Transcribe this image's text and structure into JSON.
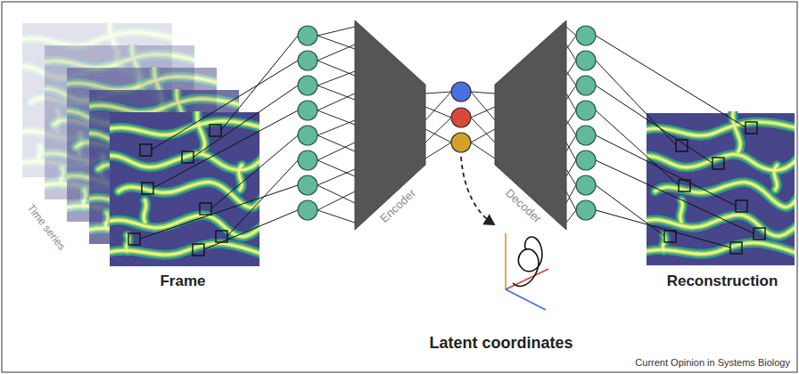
{
  "diagram": {
    "nodes": [
      {
        "text": [
          "Encoder"
        ]
      },
      {
        "text": [
          "Decoder"
        ]
      }
    ],
    "labels": [
      "Time series",
      "Frame",
      "Latent coordinates",
      "Reconstruction",
      "Current Opinion in Systems Biology"
    ]
  }
}
